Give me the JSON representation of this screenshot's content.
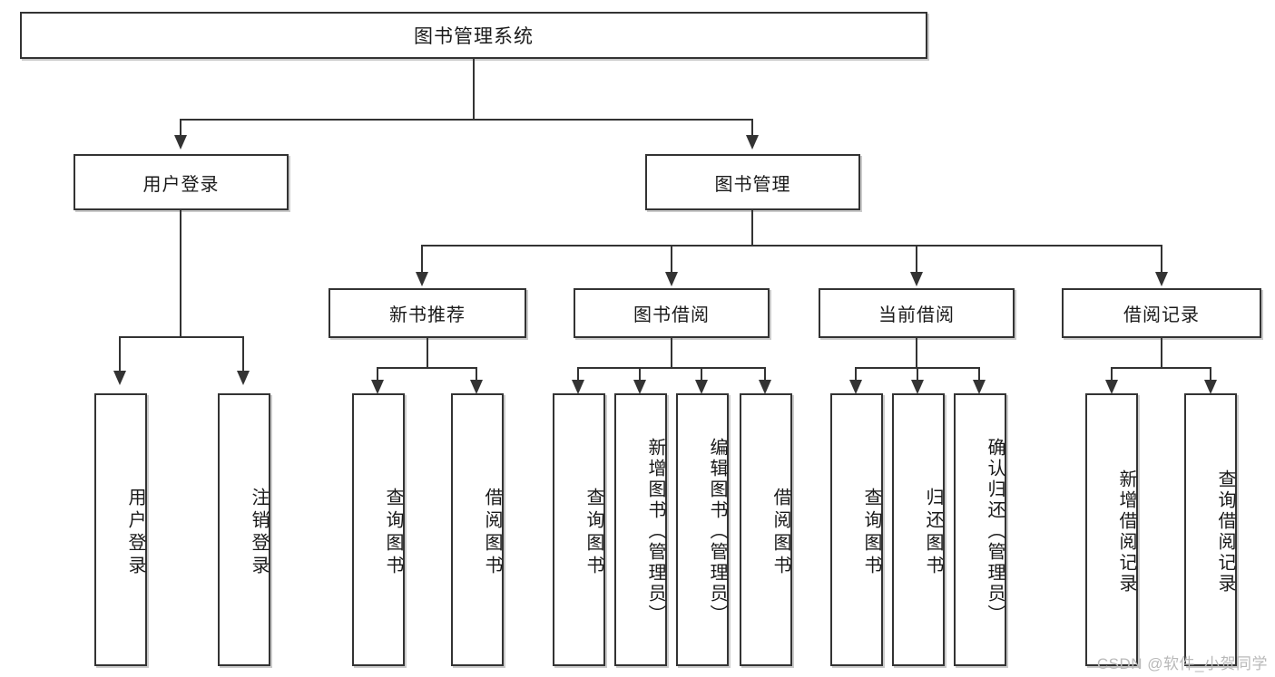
{
  "diagram": {
    "type": "tree-hierarchy",
    "title": "图书管理系统",
    "watermark": "CSDN @软件_小贺同学",
    "colors": {
      "border": "#333333",
      "background": "#ffffff",
      "text": "#1a1a1a",
      "watermark": "#b9b9b9"
    },
    "root": {
      "label": "图书管理系统"
    },
    "level2": [
      {
        "label": "用户登录"
      },
      {
        "label": "图书管理"
      }
    ],
    "level3": [
      {
        "label": "新书推荐"
      },
      {
        "label": "图书借阅"
      },
      {
        "label": "当前借阅"
      },
      {
        "label": "借阅记录"
      }
    ],
    "leaves": {
      "user_login": [
        {
          "label": "用户登录"
        },
        {
          "label": "注销登录"
        }
      ],
      "new_book_recommend": [
        {
          "label": "查询图书"
        },
        {
          "label": "借阅图书"
        }
      ],
      "book_borrow": [
        {
          "label": "查询图书"
        },
        {
          "label": "新增图书（管理员）"
        },
        {
          "label": "编辑图书（管理员）"
        },
        {
          "label": "借阅图书"
        }
      ],
      "current_borrow": [
        {
          "label": "查询图书"
        },
        {
          "label": "归还图书"
        },
        {
          "label": "确认归还（管理员）"
        }
      ],
      "borrow_records": [
        {
          "label": "新增借阅记录"
        },
        {
          "label": "查询借阅记录"
        }
      ]
    }
  }
}
